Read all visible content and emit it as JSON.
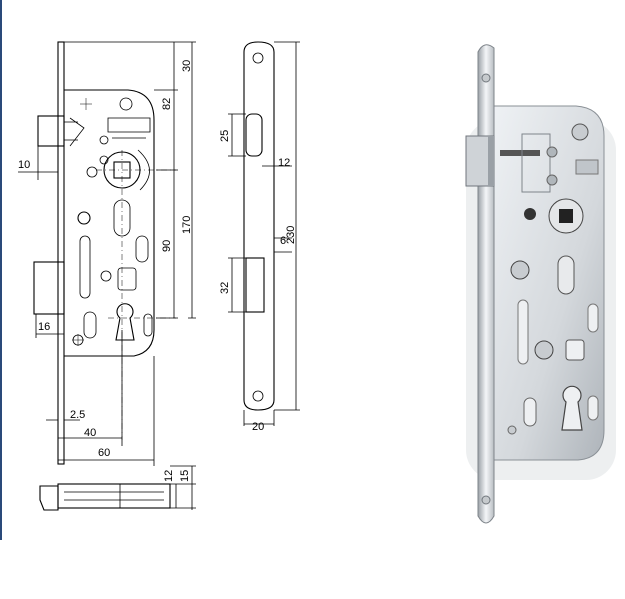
{
  "figure": {
    "edge_color": "#2a4a7a",
    "photo_body_color": "#d4d8dc",
    "photo_highlight_color": "#f4f6f8",
    "photo_shadow_color": "#9aa0a6"
  },
  "dimensions": {
    "d30": "30",
    "d82": "82",
    "d170": "170",
    "d90": "90",
    "d10": "10",
    "d16": "16",
    "d2_5": "2.5",
    "d40": "40",
    "d60": "60",
    "d25": "25",
    "d12a": "12",
    "d6": "6",
    "d230": "230",
    "d32": "32",
    "d20": "20",
    "d12b": "12",
    "d15": "15"
  }
}
